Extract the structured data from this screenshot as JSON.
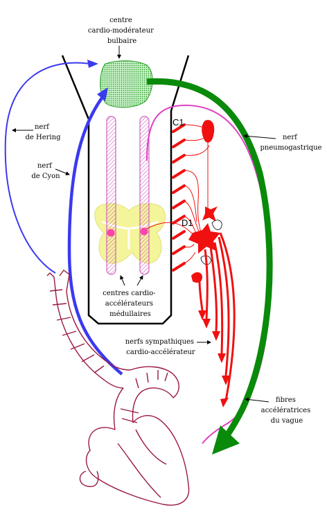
{
  "labels": {
    "bulbar_center": [
      "centre",
      "cardio-modérateur",
      "bulbaire"
    ],
    "hering": [
      "nerf",
      "de Hering"
    ],
    "cyon": [
      "nerf",
      "de Cyon"
    ],
    "pneumogastric": [
      "nerf",
      "pneumogastrique"
    ],
    "c1": "C1",
    "d1": "D1",
    "medullary": [
      "centres cardio-",
      "accélérateurs",
      "médullaires"
    ],
    "sympathetic": [
      "nerfs sympathiques",
      "cardio-accélérateur"
    ],
    "vagus_fibres": [
      "fibres",
      "accélératrices",
      "du vague"
    ]
  },
  "colors": {
    "vagus_green": "#0a8a0a",
    "bulbar_fill": "#8fdc8f",
    "cyon_blue": "#3a3af0",
    "hering_blue": "#3a3af0",
    "sympathetic_red": "#f01010",
    "fibres_magenta": "#e040c0",
    "heart_outline": "#9a1840",
    "gray_matter_yellow": "#f4f49a",
    "medullary_hatch": "#d060c0"
  }
}
